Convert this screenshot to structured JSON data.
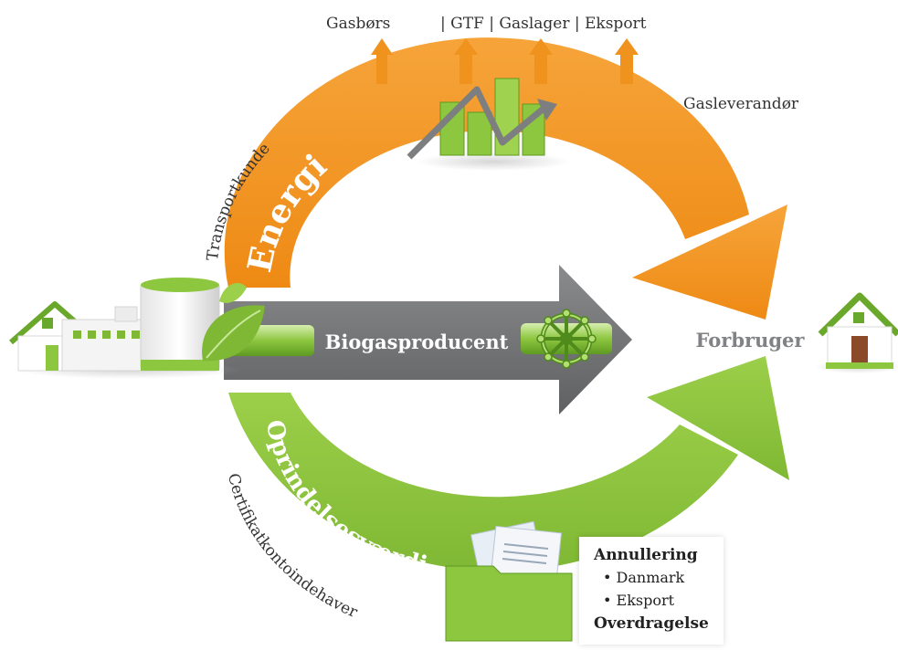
{
  "colors": {
    "orange": "#f0921e",
    "green": "#8dc63f",
    "gray_arrow": "#6d6e70",
    "text_dark": "#333333",
    "text_gray": "#808285",
    "white": "#ffffff"
  },
  "top_labels": {
    "gasboers": "Gasbørs",
    "row": "| GTF | Gaslager | Eksport"
  },
  "gasleverandor": "Gasleverandør",
  "transportkunde": "Transportkunde",
  "energi": "Energi",
  "biogasproducent": "Biogasproducent",
  "forbruger": "Forbruger",
  "oprindelsesvaerdi": "Oprindelsesværdi",
  "certifikatkontoindehaver": "Certifikatkontoindehaver",
  "cancellation_box": {
    "title": "Annullering",
    "items": [
      "• Danmark",
      "• Eksport"
    ],
    "footer": "Overdragelse"
  },
  "icons": [
    "factory-icon",
    "house-icon",
    "bar-chart-icon",
    "valve-wheel-icon",
    "folder-icon",
    "leaf-icon"
  ]
}
